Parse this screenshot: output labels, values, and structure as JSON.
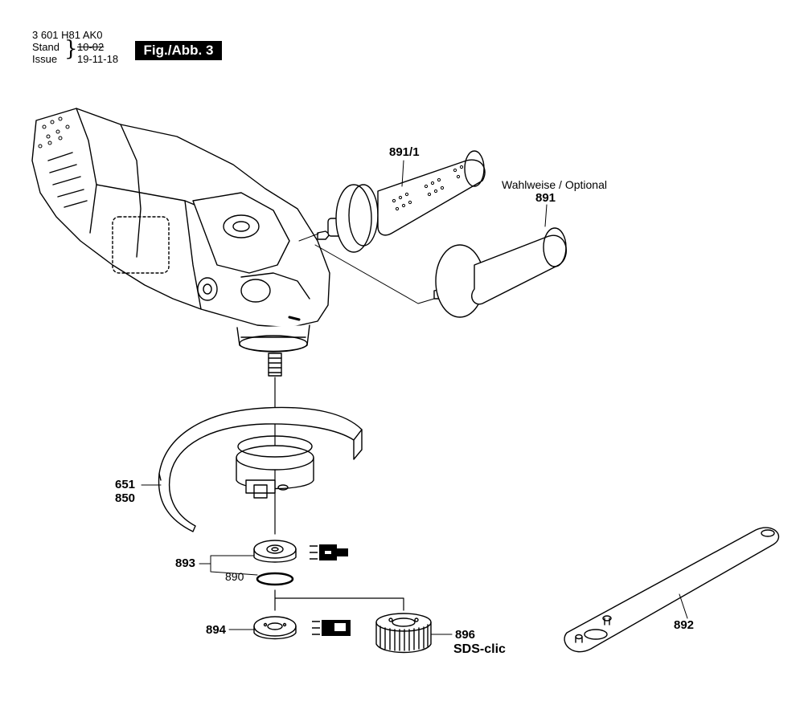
{
  "header": {
    "part_number": "3 601 H81 AK0",
    "stand_label": "Stand",
    "stand_value": "10-02",
    "issue_label": "Issue",
    "issue_value": "19-11-18",
    "figure_badge": "Fig./Abb. 3"
  },
  "labels": {
    "side_handle_alt": "891/1",
    "optional_note": "Wahlweise / Optional",
    "side_handle": "891",
    "guard_a": "651",
    "guard_b": "850",
    "flange_set": "893",
    "o_ring": "890",
    "clamp_nut": "894",
    "quick_nut": "896",
    "sds_label": "SDS-clic",
    "spanner": "892"
  }
}
